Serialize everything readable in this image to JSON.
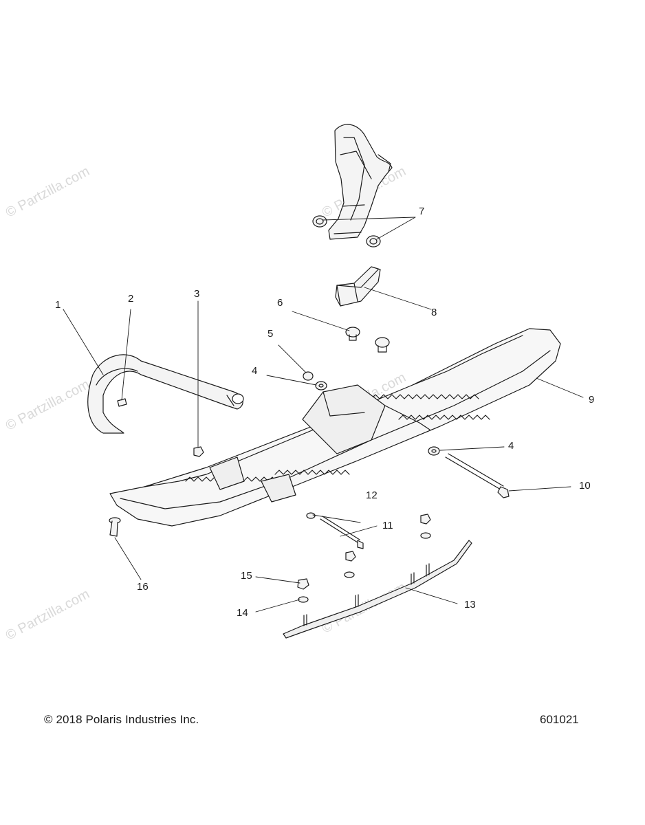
{
  "callouts": {
    "c1": "1",
    "c2": "2",
    "c3": "3",
    "c4a": "4",
    "c4b": "4",
    "c5": "5",
    "c6": "6",
    "c7": "7",
    "c8": "8",
    "c9": "9",
    "c10": "10",
    "c11": "11",
    "c12": "12",
    "c13": "13",
    "c14": "14",
    "c15": "15",
    "c16": "16"
  },
  "footer": {
    "copyright": "© 2018 Polaris Industries Inc.",
    "diagram_id": "601021"
  },
  "watermark": {
    "text": "© Partzilla.com"
  },
  "colors": {
    "line": "#1a1a1a",
    "fill": "#f4f4f4",
    "shade": "#9a9a9a",
    "watermark": "#d9d9d9"
  }
}
